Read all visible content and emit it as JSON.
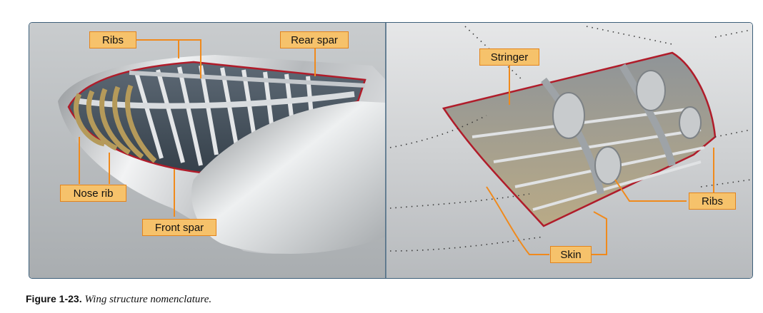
{
  "colors": {
    "frame_border": "#3d5f79",
    "callout_fill": "#f6c26b",
    "callout_border": "#e3841c",
    "leader_line": "#f08a1c",
    "cutaway_edge": "#b01c2a",
    "nose_rib": "#b59a5a"
  },
  "left_panel": {
    "callouts": {
      "ribs": "Ribs",
      "rear_spar": "Rear spar",
      "nose_rib": "Nose rib",
      "front_spar": "Front spar"
    }
  },
  "right_panel": {
    "callouts": {
      "stringer": "Stringer",
      "ribs": "Ribs",
      "skin": "Skin"
    }
  },
  "caption": {
    "figure_number": "Figure 1-23.",
    "title": "Wing structure nomenclature."
  }
}
